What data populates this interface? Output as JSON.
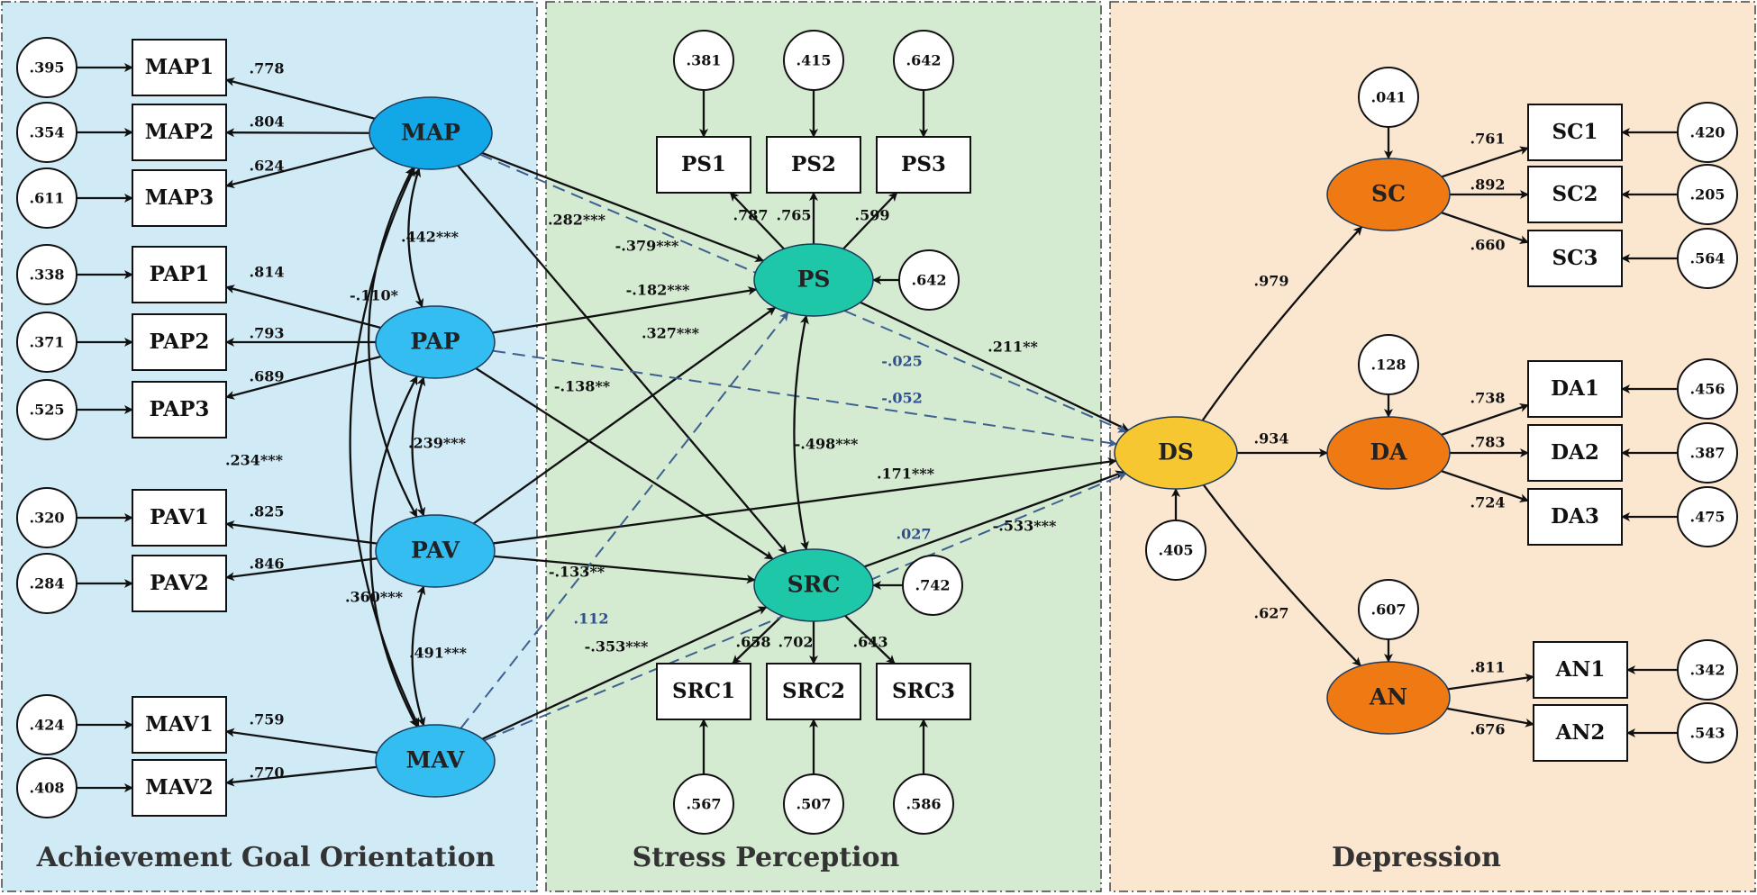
{
  "colors": {
    "panel_goal": "#d0eaf6",
    "panel_stress": "#d4ead1",
    "panel_depression": "#fbe6d0",
    "goal_latent": "#33b8ee",
    "stress_latent": "#1ec4a8",
    "ds_latent": "#f5c531",
    "depression_latent": "#ef7a14",
    "dashed_path": "#3e6090"
  },
  "panels": [
    {
      "id": "goal",
      "title": "Achievement Goal Orientation"
    },
    {
      "id": "stress",
      "title": "Stress Perception"
    },
    {
      "id": "depression",
      "title": "Depression"
    }
  ],
  "latents": [
    {
      "id": "MAP",
      "label": "MAP",
      "color": "#12a8e8"
    },
    {
      "id": "PAP",
      "label": "PAP",
      "color": "#33bdf0"
    },
    {
      "id": "PAV",
      "label": "PAV",
      "color": "#33bdf0"
    },
    {
      "id": "MAV",
      "label": "MAV",
      "color": "#33bdf0"
    },
    {
      "id": "PS",
      "label": "PS",
      "color": "#1fc7a9"
    },
    {
      "id": "SRC",
      "label": "SRC",
      "color": "#1fc7a9"
    },
    {
      "id": "DS",
      "label": "DS",
      "color": "#f6c731"
    },
    {
      "id": "SC",
      "label": "SC",
      "color": "#ef7a14"
    },
    {
      "id": "DA",
      "label": "DA",
      "color": "#ef7a14"
    },
    {
      "id": "AN",
      "label": "AN",
      "color": "#ef7a14"
    }
  ],
  "indicators": [
    {
      "id": "MAP1",
      "label": "MAP1",
      "latent": "MAP",
      "loading": ".778",
      "error": ".395"
    },
    {
      "id": "MAP2",
      "label": "MAP2",
      "latent": "MAP",
      "loading": ".804",
      "error": ".354"
    },
    {
      "id": "MAP3",
      "label": "MAP3",
      "latent": "MAP",
      "loading": ".624",
      "error": ".611"
    },
    {
      "id": "PAP1",
      "label": "PAP1",
      "latent": "PAP",
      "loading": ".814",
      "error": ".338"
    },
    {
      "id": "PAP2",
      "label": "PAP2",
      "latent": "PAP",
      "loading": ".793",
      "error": ".371"
    },
    {
      "id": "PAP3",
      "label": "PAP3",
      "latent": "PAP",
      "loading": ".689",
      "error": ".525"
    },
    {
      "id": "PAV1",
      "label": "PAV1",
      "latent": "PAV",
      "loading": ".825",
      "error": ".320"
    },
    {
      "id": "PAV2",
      "label": "PAV2",
      "latent": "PAV",
      "loading": ".846",
      "error": ".284"
    },
    {
      "id": "MAV1",
      "label": "MAV1",
      "latent": "MAV",
      "loading": ".759",
      "error": ".424"
    },
    {
      "id": "MAV2",
      "label": "MAV2",
      "latent": "MAV",
      "loading": ".770",
      "error": ".408"
    },
    {
      "id": "PS1",
      "label": "PS1",
      "latent": "PS",
      "loading": ".787",
      "error": ".381"
    },
    {
      "id": "PS2",
      "label": "PS2",
      "latent": "PS",
      "loading": ".765",
      "error": ".415"
    },
    {
      "id": "PS3",
      "label": "PS3",
      "latent": "PS",
      "loading": ".599",
      "error": ".642"
    },
    {
      "id": "SRC1",
      "label": "SRC1",
      "latent": "SRC",
      "loading": ".658",
      "error": ".567"
    },
    {
      "id": "SRC2",
      "label": "SRC2",
      "latent": "SRC",
      "loading": ".702",
      "error": ".507"
    },
    {
      "id": "SRC3",
      "label": "SRC3",
      "latent": "SRC",
      "loading": ".643",
      "error": ".586"
    },
    {
      "id": "SC1",
      "label": "SC1",
      "latent": "SC",
      "loading": ".761",
      "error": ".420"
    },
    {
      "id": "SC2",
      "label": "SC2",
      "latent": "SC",
      "loading": ".892",
      "error": ".205"
    },
    {
      "id": "SC3",
      "label": "SC3",
      "latent": "SC",
      "loading": ".660",
      "error": ".564"
    },
    {
      "id": "DA1",
      "label": "DA1",
      "latent": "DA",
      "loading": ".738",
      "error": ".456"
    },
    {
      "id": "DA2",
      "label": "DA2",
      "latent": "DA",
      "loading": ".783",
      "error": ".387"
    },
    {
      "id": "DA3",
      "label": "DA3",
      "latent": "DA",
      "loading": ".724",
      "error": ".475"
    },
    {
      "id": "AN1",
      "label": "AN1",
      "latent": "AN",
      "loading": ".811",
      "error": ".342"
    },
    {
      "id": "AN2",
      "label": "AN2",
      "latent": "AN",
      "loading": ".676",
      "error": ".543"
    }
  ],
  "disturbances": [
    {
      "latent": "PS",
      "value": ".642"
    },
    {
      "latent": "SRC",
      "value": ".742"
    },
    {
      "latent": "DS",
      "value": ".405"
    },
    {
      "latent": "SC",
      "value": ".041"
    },
    {
      "latent": "DA",
      "value": ".128"
    },
    {
      "latent": "AN",
      "value": ".607"
    }
  ],
  "second_order_loadings": [
    {
      "from": "DS",
      "to": "SC",
      "value": ".979"
    },
    {
      "from": "DS",
      "to": "DA",
      "value": ".934"
    },
    {
      "from": "DS",
      "to": "AN",
      "value": ".627"
    }
  ],
  "correlations": [
    {
      "a": "MAP",
      "b": "PAP",
      "value": ".442***"
    },
    {
      "a": "PAP",
      "b": "PAV",
      "value": ".239***"
    },
    {
      "a": "PAV",
      "b": "MAV",
      "value": ".491***"
    },
    {
      "a": "MAP",
      "b": "PAV",
      "value": "-.110*"
    },
    {
      "a": "PAP",
      "b": "MAV",
      "value": ".360***"
    },
    {
      "a": "MAP",
      "b": "MAV",
      "value": ".234***"
    },
    {
      "a": "PS",
      "b": "SRC",
      "value": "-.498***"
    }
  ],
  "paths": [
    {
      "from": "MAP",
      "to": "PS",
      "value": "-.379***",
      "dashed": false
    },
    {
      "from": "MAP",
      "to": "SRC",
      "value": ".282***",
      "dashed": false
    },
    {
      "from": "PAP",
      "to": "PS",
      "value": "-.182***",
      "dashed": false
    },
    {
      "from": "PAP",
      "to": "SRC",
      "value": "-.138**",
      "dashed": false
    },
    {
      "from": "PAV",
      "to": "PS",
      "value": ".327***",
      "dashed": false
    },
    {
      "from": "PAV",
      "to": "SRC",
      "value": "-.133**",
      "dashed": false
    },
    {
      "from": "MAV",
      "to": "SRC",
      "value": "-.353***",
      "dashed": false
    },
    {
      "from": "PAV",
      "to": "DS",
      "value": ".171***",
      "dashed": false
    },
    {
      "from": "PS",
      "to": "DS",
      "value": ".211**",
      "dashed": false
    },
    {
      "from": "SRC",
      "to": "DS",
      "value": "-.533***",
      "dashed": false
    },
    {
      "from": "MAP",
      "to": "DS",
      "value": "-.025",
      "dashed": true
    },
    {
      "from": "PAP",
      "to": "DS",
      "value": "-.052",
      "dashed": true
    },
    {
      "from": "MAV",
      "to": "PS",
      "value": ".112",
      "dashed": true
    },
    {
      "from": "MAV",
      "to": "DS",
      "value": ".027",
      "dashed": true
    }
  ]
}
